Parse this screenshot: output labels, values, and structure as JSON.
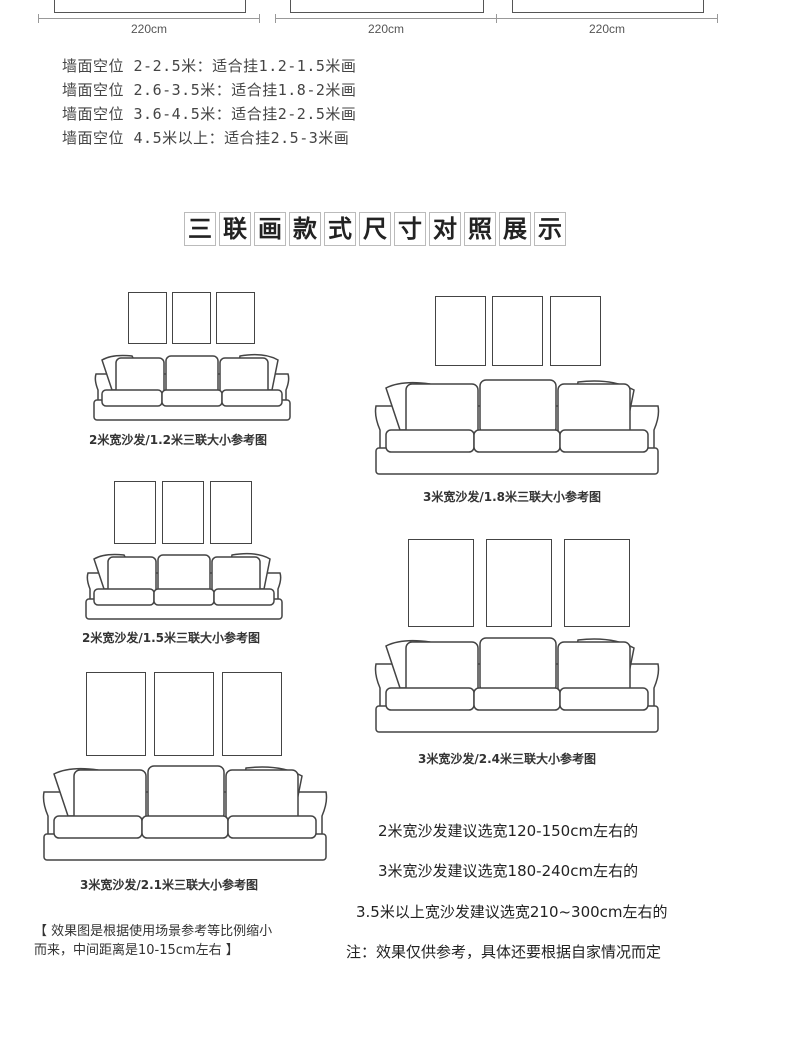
{
  "dimension_label": "220cm",
  "wall_specs": [
    "墙面空位 2-2.5米：适合挂1.2-1.5米画",
    "墙面空位 2.6-3.5米：适合挂1.8-2米画",
    "墙面空位 3.6-4.5米：适合挂2-2.5米画",
    "墙面空位 4.5米以上：适合挂2.5-3米画"
  ],
  "title_chars": [
    "三",
    "联",
    "画",
    "款",
    "式",
    "尺",
    "寸",
    "对",
    "照",
    "展",
    "示"
  ],
  "captions": {
    "a": "2米宽沙发/1.2米三联大小参考图",
    "b": "3米宽沙发/1.8米三联大小参考图",
    "c": "2米宽沙发/1.5米三联大小参考图",
    "d": "3米宽沙发/2.4米三联大小参考图",
    "e": "3米宽沙发/2.1米三联大小参考图"
  },
  "note": {
    "line1": "【 效果图是根据使用场景参考等比例缩小",
    "line2": "而来，中间距离是10-15cm左右 】"
  },
  "recommendations": [
    "2米宽沙发建议选宽120-150cm左右的",
    "3米宽沙发建议选宽180-240cm左右的",
    "3.5米以上宽沙发建议选宽210~300cm左右的",
    "注：效果仅供参考，具体还要根据自家情况而定"
  ]
}
